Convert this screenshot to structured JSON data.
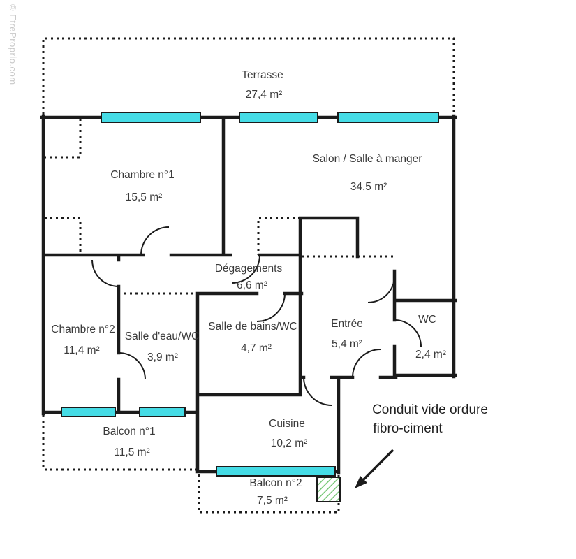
{
  "watermark": "© EtreProprio.com",
  "plan": {
    "rooms": {
      "terrasse": {
        "name": "Terrasse",
        "area": "27,4 m²"
      },
      "chambre1": {
        "name": "Chambre n°1",
        "area": "15,5 m²"
      },
      "salon": {
        "name": "Salon / Salle à manger",
        "area": "34,5 m²"
      },
      "degagements": {
        "name": "Dégagements",
        "area": "6,6 m²"
      },
      "chambre2": {
        "name": "Chambre n°2",
        "area": "11,4 m²"
      },
      "salle_eau": {
        "name": "Salle d'eau/WC",
        "area": "3,9 m²"
      },
      "salle_bains": {
        "name": "Salle de bains/WC",
        "area": "4,7 m²"
      },
      "entree": {
        "name": "Entrée",
        "area": "5,4 m²"
      },
      "wc": {
        "name": "WC",
        "area": "2,4 m²"
      },
      "balcon1": {
        "name": "Balcon n°1",
        "area": "11,5 m²"
      },
      "cuisine": {
        "name": "Cuisine",
        "area": "10,2 m²"
      },
      "balcon2": {
        "name": "Balcon n°2",
        "area": "7,5 m²"
      }
    },
    "annotation": {
      "line1": "Conduit vide ordure",
      "line2": "fibro-ciment"
    }
  },
  "colors": {
    "wall": "#1b1b1b",
    "window": "#45dce6",
    "conduit_green": "#79c879",
    "label_text": "#3a3a3a",
    "annotation_text": "#1f1f1f",
    "watermark": "#c9c9c9"
  }
}
